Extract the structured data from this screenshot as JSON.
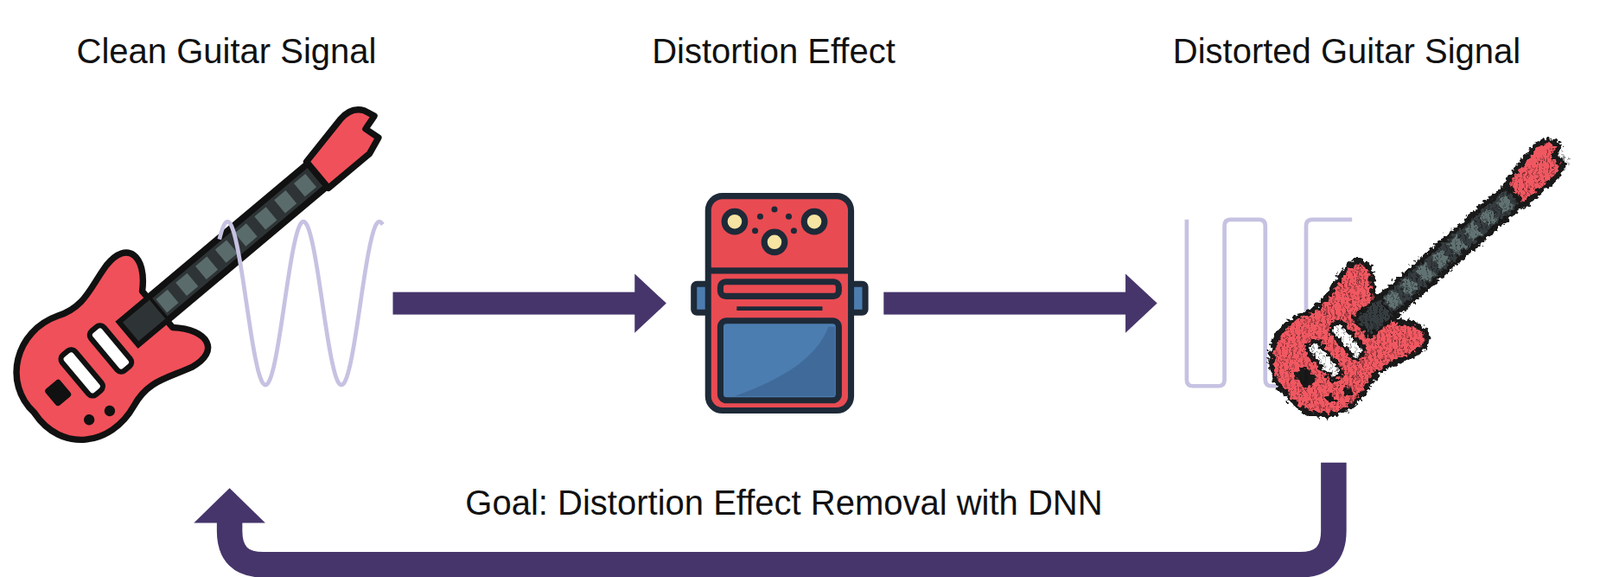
{
  "diagram": {
    "labels": [
      "Clean Guitar Signal",
      "Distortion Effect",
      "Distorted Guitar Signal",
      "Goal: Distortion Effect Removal with DNN"
    ]
  }
}
